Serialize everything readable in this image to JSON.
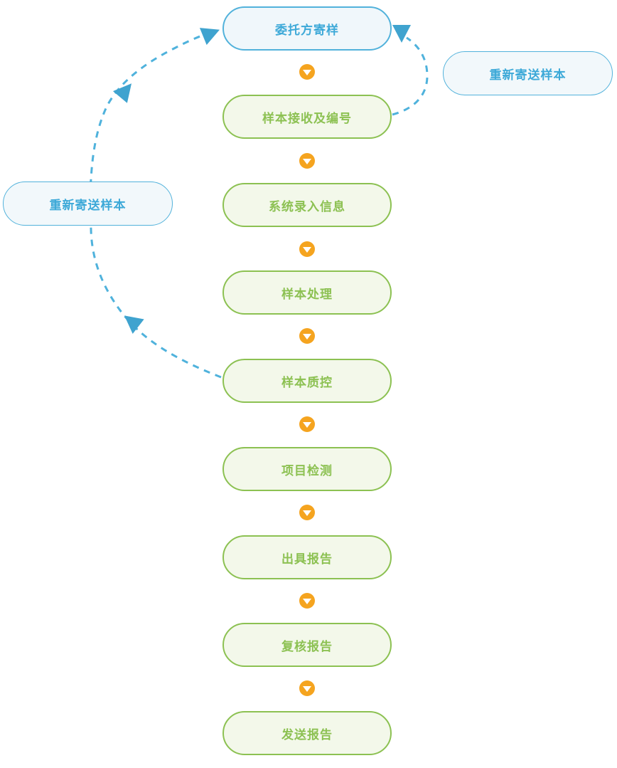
{
  "flow": {
    "title": "sample-testing-process-flowchart",
    "main_nodes": [
      {
        "label": "委托方寄样",
        "type": "blue"
      },
      {
        "label": "样本接收及编号",
        "type": "green"
      },
      {
        "label": "系统录入信息",
        "type": "green"
      },
      {
        "label": "样本处理",
        "type": "green"
      },
      {
        "label": "样本质控",
        "type": "green"
      },
      {
        "label": "项目检测",
        "type": "green"
      },
      {
        "label": "出具报告",
        "type": "green"
      },
      {
        "label": "复核报告",
        "type": "green"
      },
      {
        "label": "发送报告",
        "type": "green"
      }
    ],
    "side_nodes": [
      {
        "label": "重新寄送样本",
        "position": "right",
        "loop": "样本接收及编号 → 委托方寄样"
      },
      {
        "label": "重新寄送样本",
        "position": "left",
        "loop": "样本质控 → 委托方寄样"
      }
    ],
    "icons": {
      "down_arrow": "triangle-down-in-orange-circle"
    },
    "colors": {
      "blue_border": "#52B2DB",
      "blue_text": "#3DA9D8",
      "blue_fill": "#F0F7FB",
      "green_border": "#8CC152",
      "green_fill": "#F3F8EA",
      "orange": "#F5A41F",
      "dash_blue": "#4FB2DC"
    }
  }
}
